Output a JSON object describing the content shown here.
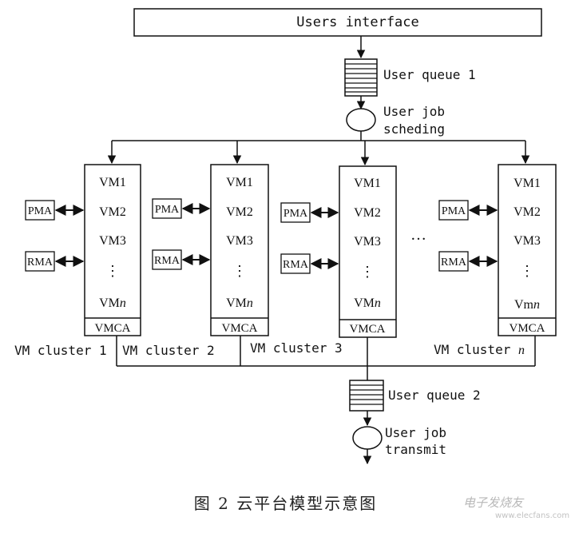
{
  "interface_label": "Users interface",
  "queue1_label": "User queue 1",
  "scheduler_label_1": "User job",
  "scheduler_label_2": "scheding",
  "vm_labels": [
    "VM1",
    "VM2",
    "VM3",
    "⋮"
  ],
  "clusters": [
    {
      "vmn_prefix": "VM",
      "vmn_suffix": "n",
      "vmca": "VMCA",
      "name": "VM cluster 1",
      "pma": "PMA",
      "rma": "RMA"
    },
    {
      "vmn_prefix": "VM",
      "vmn_suffix": "n",
      "vmca": "VMCA",
      "name": "VM cluster 2",
      "pma": "PMA",
      "rma": "RMA"
    },
    {
      "vmn_prefix": "VM",
      "vmn_suffix": "n",
      "vmca": "VMCA",
      "name": "VM cluster 3",
      "pma": "PMA",
      "rma": "RMA"
    },
    {
      "vmn_prefix": "Vm",
      "vmn_suffix": "n",
      "vmca": "VMCA",
      "name_prefix": "VM cluster ",
      "name_suffix": "n",
      "pma": "PMA",
      "rma": "RMA"
    }
  ],
  "ellipsis": "…",
  "queue2_label": "User queue 2",
  "transmit_label_1": "User job",
  "transmit_label_2": "transmit",
  "caption": "图 2   云平台模型示意图",
  "watermark": "电子发烧友",
  "watermark_url": "www.elecfans.com"
}
